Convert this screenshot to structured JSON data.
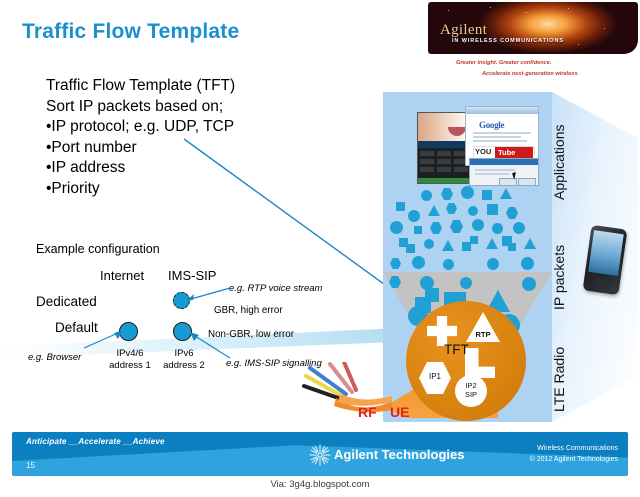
{
  "slide": {
    "title": "Traffic Flow Template",
    "page_number": "15"
  },
  "banner": {
    "brand": "Agilent",
    "sub": "IN WIRELESS COMMUNICATIONS",
    "tagline_line1": "Greater insight. Greater confidence.",
    "tagline_line2": "Accelerate next-generation wireless."
  },
  "body": {
    "lines": [
      "Traffic Flow Template (TFT)",
      "Sort IP packets based on;",
      "•IP protocol; e.g. UDP, TCP",
      "•Port number",
      "•IP address",
      "•Priority"
    ]
  },
  "example": {
    "heading": "Example configuration",
    "col_internet": "Internet",
    "col_ims_sip": "IMS-SIP",
    "row_dedicated": "Dedicated",
    "row_default": "Default",
    "caption_ipv4": "IPv4/6\naddress 1",
    "caption_ipv6": "IPv6\naddress 2",
    "note_rtp": "e.g. RTP voice stream",
    "note_gbr": "GBR, high error",
    "note_nongbr": "Non-GBR, low error",
    "note_browser": "e.g. Browser",
    "note_sip_signalling": "e.g. IMS-SIP signalling"
  },
  "panel": {
    "label_applications": "Applications",
    "label_ip_packets": "IP packets",
    "label_lte_radio": "LTE Radio",
    "tft_label": "TFT",
    "shape_rtp": "RTP",
    "shape_ip1": "IP1",
    "shape_ip2_sip": "IP2\nSIP",
    "rf_label": "RF",
    "ue_label": "UE",
    "thumb_google": "Google",
    "thumb_you": "YOU",
    "thumb_tube": "Tube"
  },
  "footer": {
    "motto": "Anticipate __Accelerate __Achieve",
    "page": "15",
    "company": "Agilent Technologies",
    "right_line1": "Wireless Communications",
    "right_line2": "© 2012  Agilent Technologies"
  },
  "via": "Via: 3g4g.blogspot.com",
  "colors": {
    "title_blue": "#1b8fd0",
    "panel_blue": "#aed3f2",
    "packet_blue": "#21a0d6",
    "tft_orange": "#d9830f",
    "footer_blue": "#0b7fc0",
    "rf_red": "#e2231a"
  }
}
